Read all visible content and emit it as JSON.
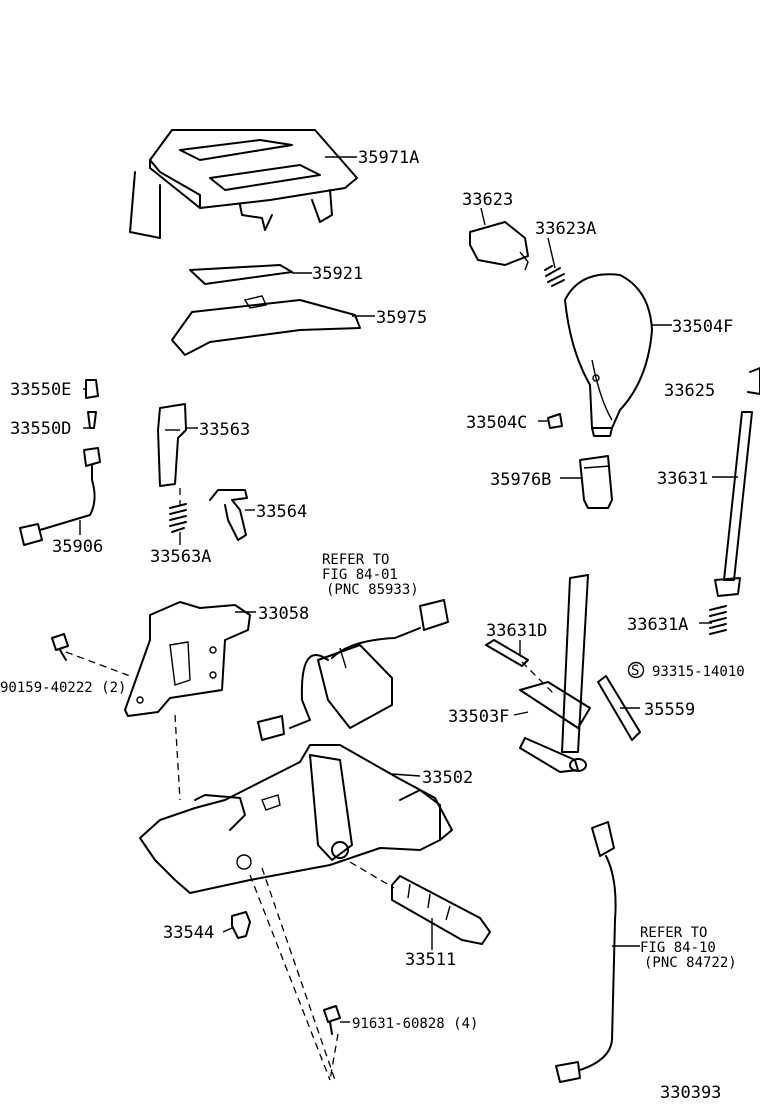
{
  "diagram": {
    "figure_id": "330393",
    "labels": {
      "p35971A": "35971A",
      "p35921": "35921",
      "p35975": "35975",
      "p33623": "33623",
      "p33623A": "33623A",
      "p33504F": "33504F",
      "p33550E": "33550E",
      "p33550D": "33550D",
      "p33563": "33563",
      "p33625": "33625",
      "p33504C": "33504C",
      "p35976B": "35976B",
      "p33631": "33631",
      "p35906": "35906",
      "p33563A": "33563A",
      "p33564": "33564",
      "p33058": "33058",
      "p33631D": "33631D",
      "p33631A": "33631A",
      "p93315": "93315-14010",
      "p90159": "90159-40222 (2)",
      "p33503F": "33503F",
      "p35559": "35559",
      "p33502": "33502",
      "p33544": "33544",
      "p33511": "33511",
      "p91631": "91631-60828 (4)"
    },
    "refer1": [
      "REFER TO",
      "FIG 84-01",
      "(PNC 85933)"
    ],
    "refer2": [
      "REFER TO",
      "FIG 84-10",
      "(PNC 84722)"
    ],
    "washer_symbol": "S"
  }
}
